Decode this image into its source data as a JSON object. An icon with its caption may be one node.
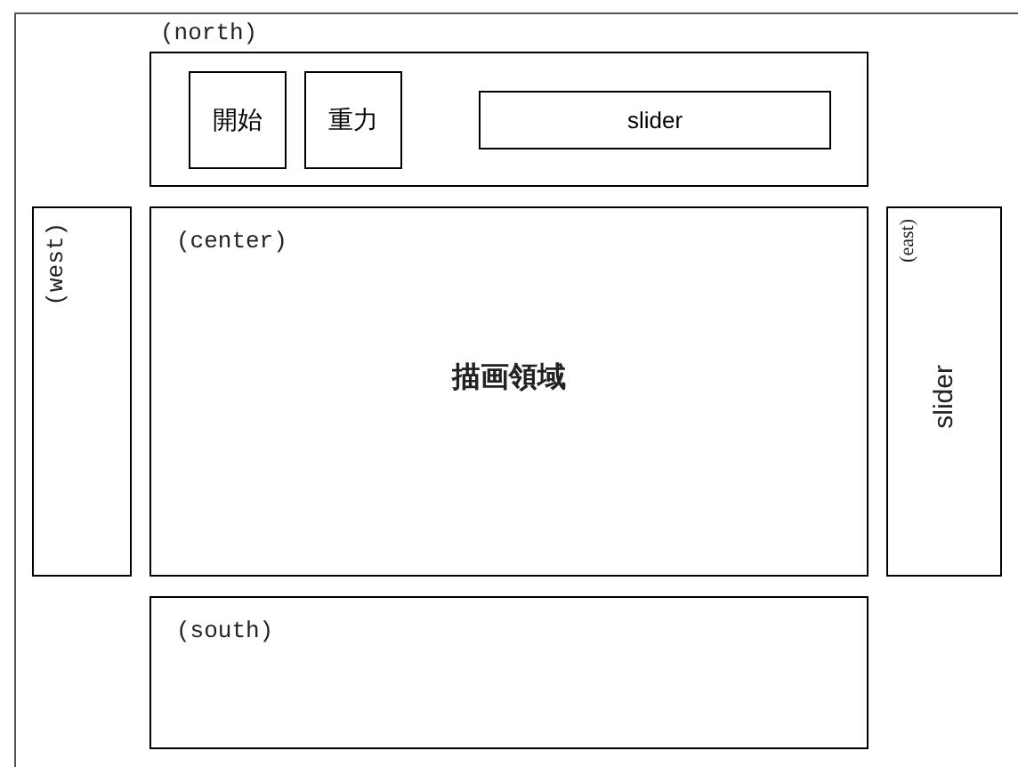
{
  "diagram": {
    "nodes": [
      {
        "text": [
          "(north)"
        ]
      },
      {
        "text": [
          "開始"
        ],
        "in": 0
      },
      {
        "text": [
          "重力"
        ],
        "in": 0
      },
      {
        "text": [
          "slider"
        ],
        "in": 0
      },
      {
        "text": [
          "(west)"
        ]
      },
      {
        "text": [
          "(center)",
          "描画領域"
        ]
      },
      {
        "text": [
          "(east)",
          "slider"
        ]
      },
      {
        "text": [
          "(south)"
        ]
      }
    ]
  }
}
